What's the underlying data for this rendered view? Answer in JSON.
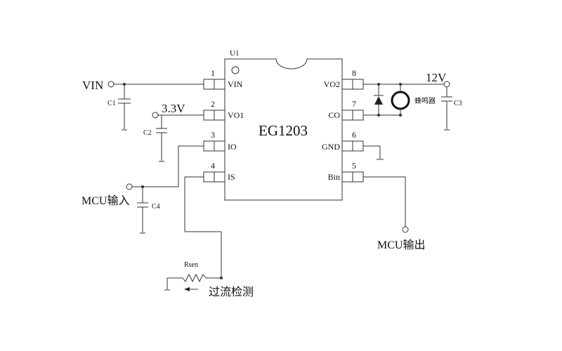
{
  "chip": {
    "ref": "U1",
    "part": "EG1203",
    "left_pins": [
      {
        "num": "1",
        "name": "VIN"
      },
      {
        "num": "2",
        "name": "VO1"
      },
      {
        "num": "3",
        "name": "IO"
      },
      {
        "num": "4",
        "name": "IS"
      }
    ],
    "right_pins": [
      {
        "num": "8",
        "name": "VO2"
      },
      {
        "num": "7",
        "name": "CO"
      },
      {
        "num": "6",
        "name": "GND"
      },
      {
        "num": "5",
        "name": "Bin"
      }
    ]
  },
  "nets": {
    "vin": "VIN",
    "v33": "3.3V",
    "v12": "12V",
    "mcu_in": "MCU输入",
    "mcu_out": "MCU输出",
    "current_detect": "过流检测"
  },
  "components": {
    "c1": "C1",
    "c2": "C2",
    "c3": "C3",
    "c4": "C4",
    "rsen": "Rsen",
    "buzzer": "蜂鸣器"
  }
}
